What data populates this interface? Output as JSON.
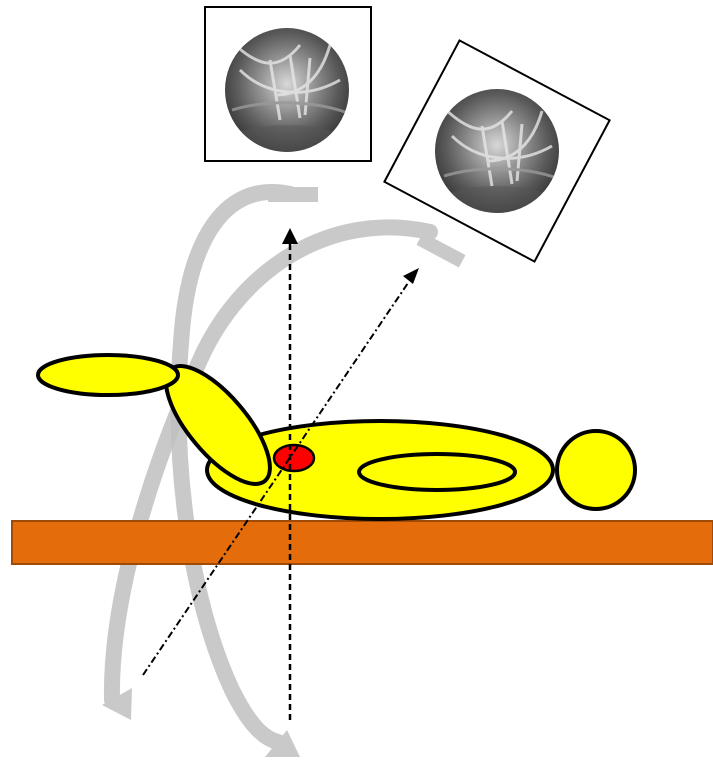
{
  "diagram": {
    "colors": {
      "background": "#ffffff",
      "table": "#e46c0a",
      "table_stroke": "#a04a08",
      "body": "#ffff00",
      "outline": "#000000",
      "target": "#ff0000",
      "c_arm": "#c0c0c0",
      "beam": "#000000"
    },
    "elements": [
      {
        "name": "patient-table",
        "kind": "table"
      },
      {
        "name": "patient-body",
        "kind": "torso"
      },
      {
        "name": "patient-head",
        "kind": "head"
      },
      {
        "name": "patient-arm",
        "kind": "arm"
      },
      {
        "name": "target-lesion",
        "kind": "target"
      },
      {
        "name": "c-arm-vertical",
        "kind": "gantry"
      },
      {
        "name": "c-arm-oblique",
        "kind": "gantry"
      },
      {
        "name": "beam-vertical",
        "kind": "beam"
      },
      {
        "name": "beam-oblique",
        "kind": "beam"
      },
      {
        "name": "fluoro-image-ap",
        "kind": "projection-image"
      },
      {
        "name": "fluoro-image-oblique",
        "kind": "projection-image"
      }
    ]
  }
}
